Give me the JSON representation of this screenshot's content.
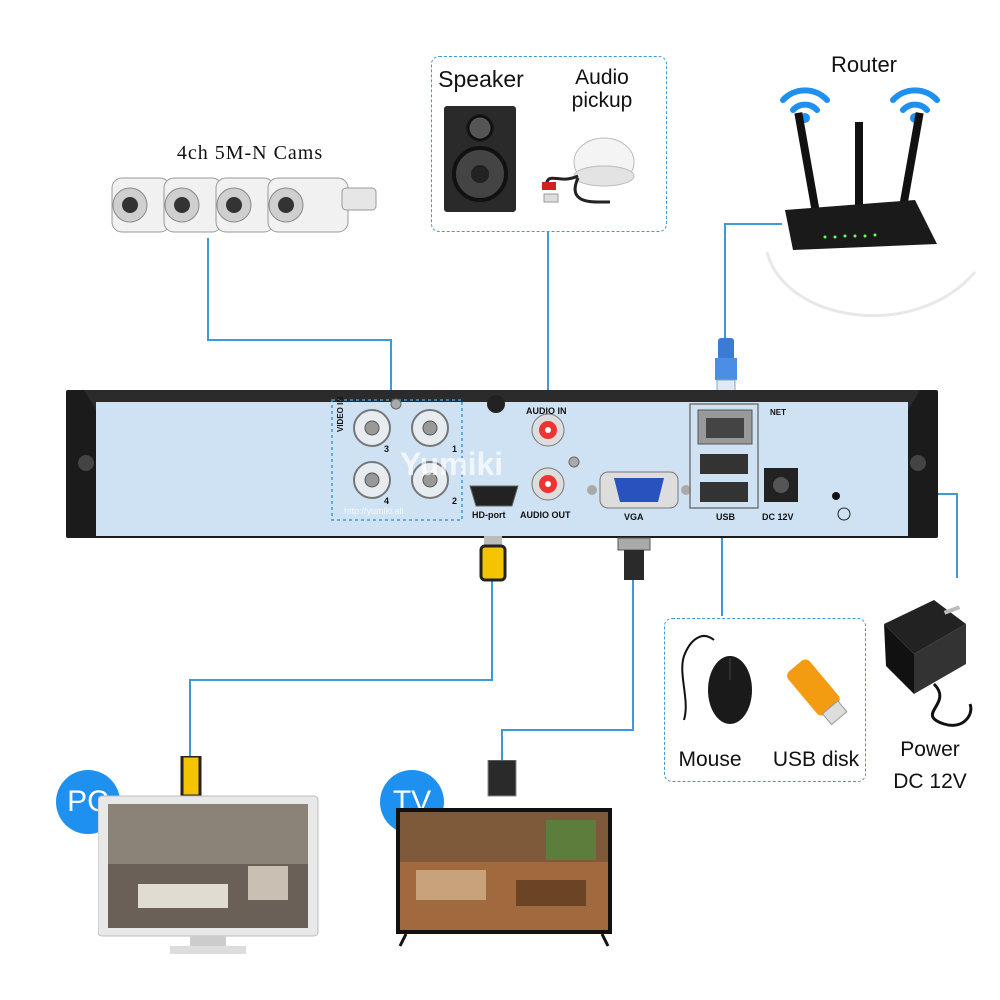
{
  "cameras": {
    "label": "4ch 5M-N Cams"
  },
  "audio_box": {
    "speaker_label": "Speaker",
    "pickup_label_1": "Audio",
    "pickup_label_2": "pickup"
  },
  "router": {
    "label": "Router"
  },
  "usb_box": {
    "mouse_label": "Mouse",
    "disk_label": "USB disk"
  },
  "power": {
    "label_1": "Power",
    "label_2": "DC 12V"
  },
  "badges": {
    "pc": "PC",
    "tv": "TV"
  },
  "dvr_panel": {
    "video_in": "VIDEO IN",
    "bnc_numbers": [
      "3",
      "1",
      "4",
      "2"
    ],
    "audio_in": "AUDIO IN",
    "audio_out": "AUDIO OUT",
    "hd_port": "HD-port",
    "vga": "VGA",
    "usb": "USB",
    "net": "NET",
    "dc12v": "DC 12V",
    "watermark": "Yumiki",
    "watermark_url": "http://yumiki.ali"
  },
  "colors": {
    "wire": "#3d9ad6",
    "badge": "#1e90f0",
    "panel": "#cfe2f3",
    "chassis": "#1b1b1b"
  },
  "icons": [
    "camera-icon",
    "speaker-icon",
    "microphone-icon",
    "router-icon",
    "wifi-icon",
    "mouse-icon",
    "usb-disk-icon",
    "power-adapter-icon",
    "pc-monitor-icon",
    "tv-icon",
    "hdmi-cable-icon",
    "vga-cable-icon",
    "rj45-cable-icon"
  ]
}
